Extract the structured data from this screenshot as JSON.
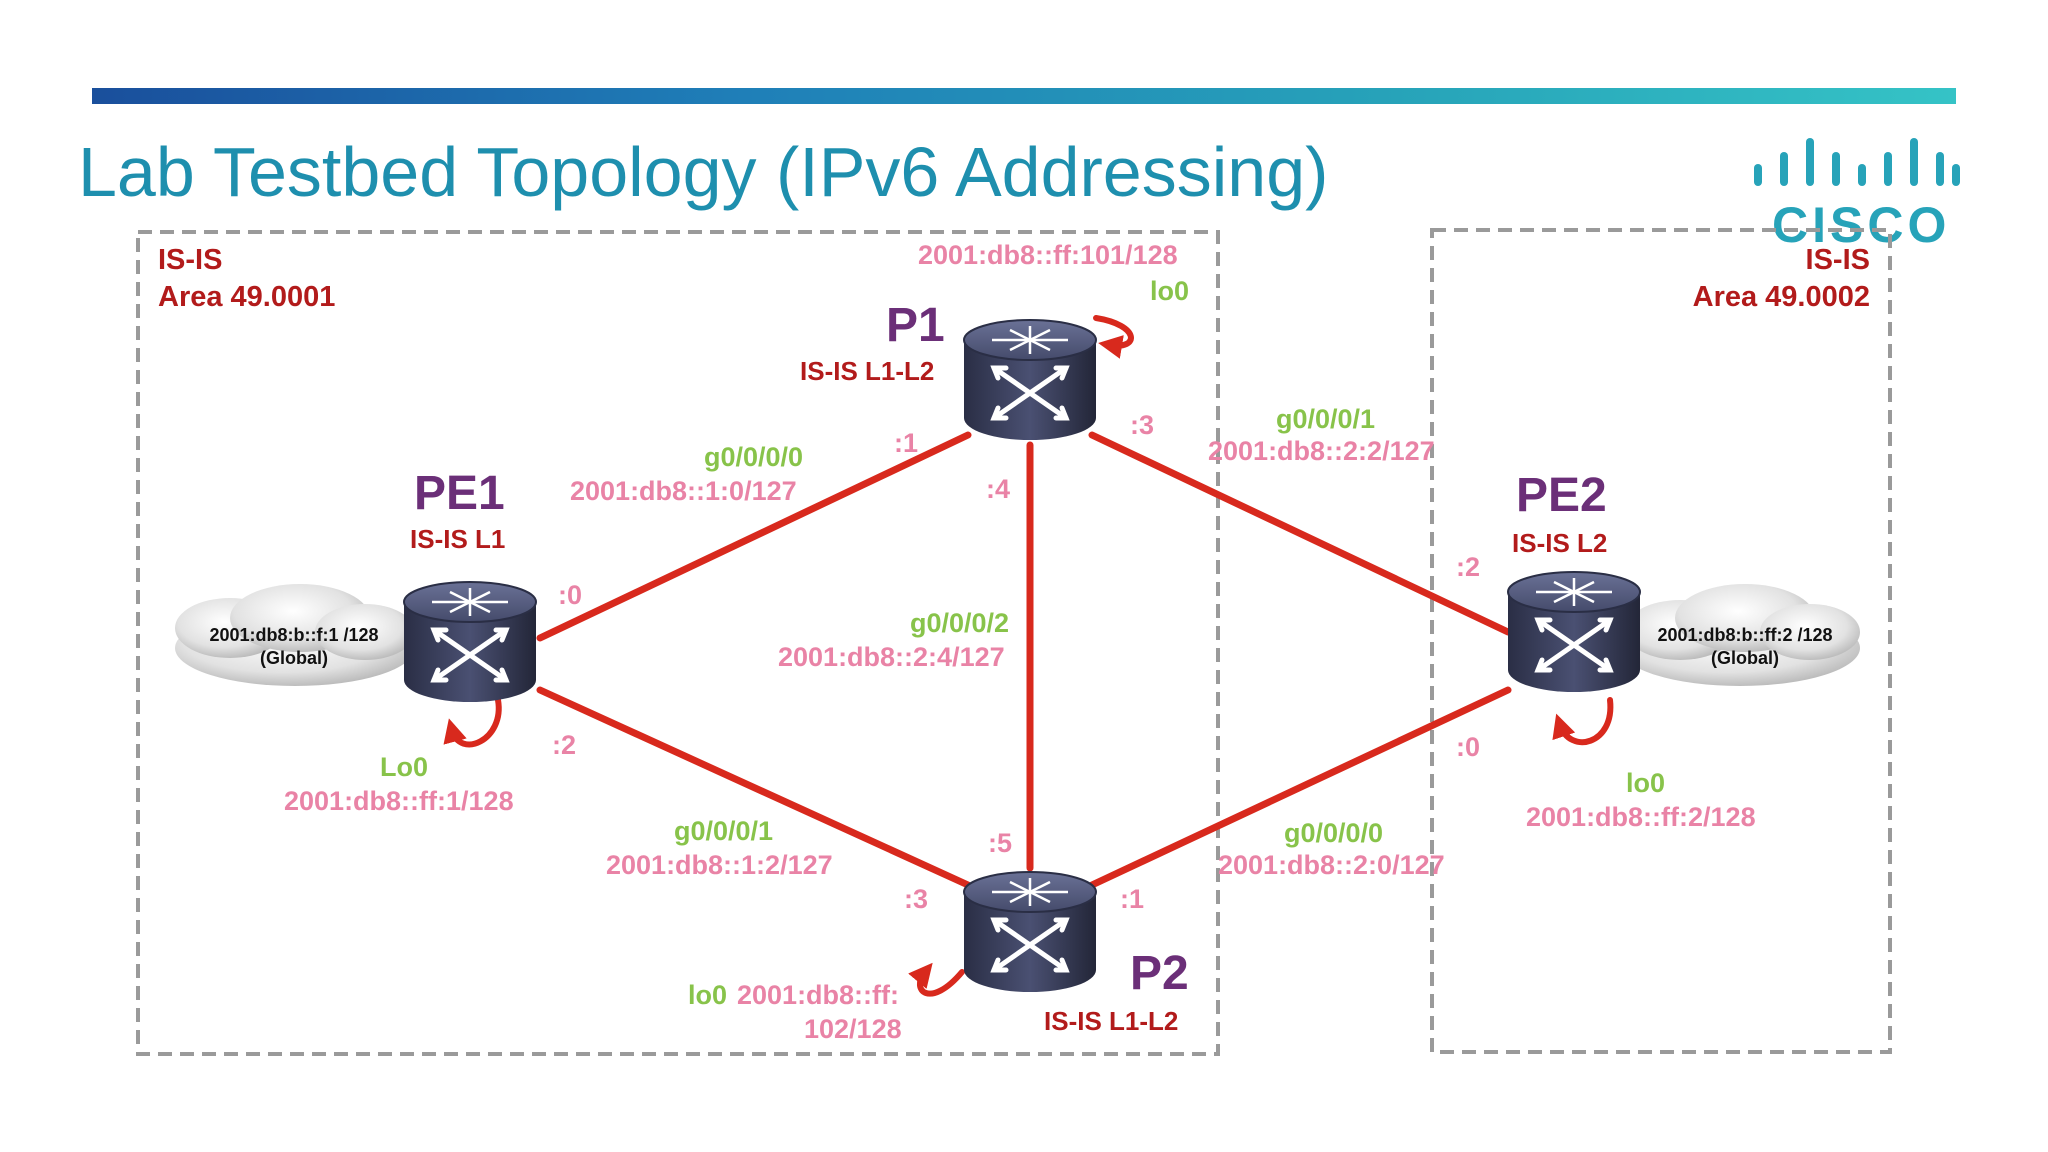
{
  "slide": {
    "title": "Lab Testbed Topology (IPv6 Addressing)",
    "logo_text": "CISCO",
    "accent_color": "#1e8fae",
    "link_color": "#d8291d"
  },
  "areas": [
    {
      "line1": "IS-IS",
      "line2": "Area 49.0001"
    },
    {
      "line1": "IS-IS",
      "line2": "Area 49.0002"
    }
  ],
  "nodes": {
    "pe1": {
      "name": "PE1",
      "role": "IS-IS L1"
    },
    "p1": {
      "name": "P1",
      "role": "IS-IS L1-L2"
    },
    "p2": {
      "name": "P2",
      "role": "IS-IS L1-L2"
    },
    "pe2": {
      "name": "PE2",
      "role": "IS-IS L2"
    }
  },
  "loopbacks": {
    "pe1": {
      "name": "Lo0",
      "address": "2001:db8::ff:1/128"
    },
    "p1": {
      "name": "lo0",
      "address": "2001:db8::ff:101/128"
    },
    "p2": {
      "name": "lo0",
      "address_line1": "2001:db8::ff:",
      "address_line2": "102/128"
    },
    "pe2": {
      "name": "lo0",
      "address": "2001:db8::ff:2/128"
    }
  },
  "links": {
    "pe1_p1": {
      "interface": "g0/0/0/0",
      "subnet": "2001:db8::1:0/127",
      "pe1_end": ":0",
      "p1_end": ":1"
    },
    "pe1_p2": {
      "interface": "g0/0/0/1",
      "subnet": "2001:db8::1:2/127",
      "pe1_end": ":2",
      "p2_end": ":3"
    },
    "p1_p2": {
      "interface": "g0/0/0/2",
      "subnet": "2001:db8::2:4/127",
      "p1_end": ":4",
      "p2_end": ":5"
    },
    "p1_pe2": {
      "interface": "g0/0/0/1",
      "subnet": "2001:db8::2:2/127",
      "p1_end": ":3",
      "pe2_end": ":2"
    },
    "p2_pe2": {
      "interface": "g0/0/0/0",
      "subnet": "2001:db8::2:0/127",
      "p2_end": ":1",
      "pe2_end": ":0"
    }
  },
  "clouds": {
    "left": {
      "address": "2001:db8:b::f:1 /128",
      "scope": "(Global)"
    },
    "right": {
      "address": "2001:db8:b::ff:2 /128",
      "scope": "(Global)"
    }
  }
}
